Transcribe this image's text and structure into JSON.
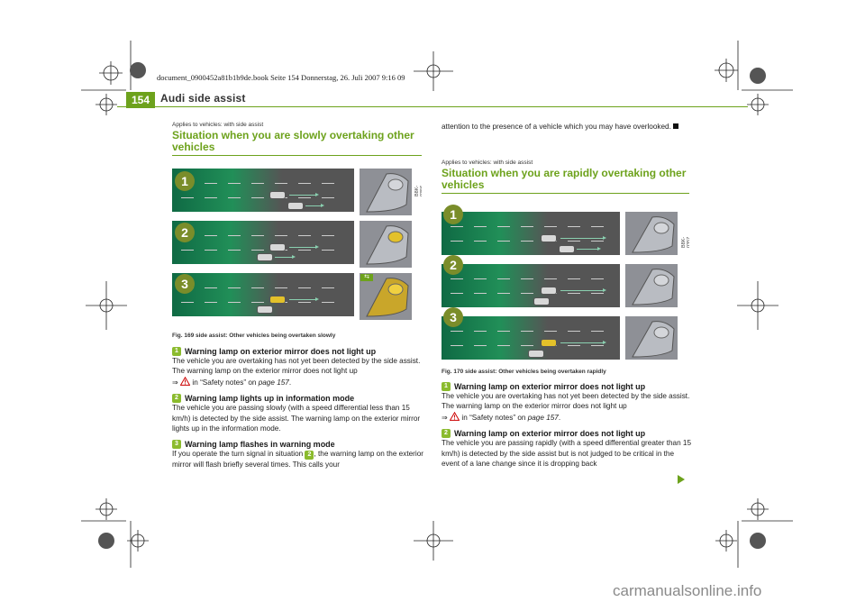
{
  "book_info": "document_0900452a81b1b9de.book  Seite 154  Donnerstag, 26. Juli 2007  9:16 09",
  "header": {
    "page_number": "154",
    "title": "Audi side assist"
  },
  "left": {
    "applies": "Applies to vehicles: with side assist",
    "heading": "Situation when you are slowly overtaking other vehicles",
    "figure_code": "B8K-0356",
    "caption": "Fig. 169   side assist: Other vehicles being overtaken slowly",
    "item1": {
      "num": "1",
      "title": "Warning lamp on exterior mirror does not light up",
      "text_a": "The vehicle you are overtaking has not yet been detected by the side assist. The warning lamp on the exterior mirror does not light up",
      "text_b": "⇒",
      "text_c": " in “Safety notes” on ",
      "page_ref": "page 157",
      "end": "."
    },
    "item2": {
      "num": "2",
      "title": "Warning lamp lights up in information mode",
      "text": "The vehicle you are passing slowly (with a speed differential less than 15 km/h) is detected by the side assist. The warning lamp on the exterior mirror lights up in the information mode."
    },
    "item3": {
      "num": "3",
      "title": "Warning lamp flashes in warning mode",
      "text_a": "If you operate the turn signal in situation ",
      "ref_num": "2",
      "text_b": ", the warning lamp on the exterior mirror will flash briefly several times. This calls your"
    }
  },
  "right": {
    "continued": "attention to the presence of a vehicle which you may have overlooked.",
    "applies": "Applies to vehicles: with side assist",
    "heading": "Situation when you are rapidly overtaking other vehicles",
    "figure_code": "B8K-0357",
    "caption": "Fig. 170   side assist: Other vehicles being overtaken rapidly",
    "item1": {
      "num": "1",
      "title": "Warning lamp on exterior mirror does not light up",
      "text_a": "The vehicle you are overtaking has not yet been detected by the side assist. The warning lamp on the exterior mirror does not light up",
      "text_b": "⇒",
      "text_c": " in “Safety notes” on ",
      "page_ref": "page 157",
      "end": "."
    },
    "item2": {
      "num": "2",
      "title": "Warning lamp on exterior mirror does not light up",
      "text": "The vehicle you are passing rapidly (with a speed differential greater than 15 km/h) is detected by the side assist but is not judged to be critical in the event of a lane change since it is dropping back"
    }
  },
  "figure_badges": [
    "1",
    "2",
    "3"
  ],
  "watermark": "carmanualsonline.info",
  "colors": {
    "accent": "#6da21c",
    "road": "#555555",
    "zone": "#1f8a55",
    "warning_lamp": "#e3c12a"
  },
  "icons": [
    "crop-mark-icon",
    "registration-target-icon",
    "warning-triangle-icon",
    "end-square-icon",
    "continue-arrow-icon",
    "turn-signal-icon"
  ]
}
